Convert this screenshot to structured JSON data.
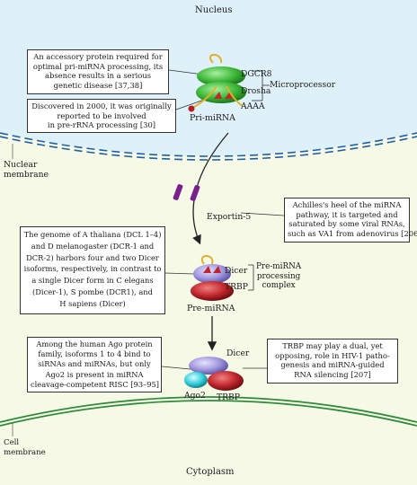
{
  "compartments": {
    "nucleus": "Nucleus",
    "cytoplasm": "Cytoplasm",
    "nuclear_membrane": [
      "Nuclear",
      "membrane"
    ],
    "cell_membrane": [
      "Cell",
      "membrane"
    ]
  },
  "molecules": {
    "dgcr8": "DGCR8",
    "drosha": "Drosha",
    "polya": "AAAA",
    "pri_mirna": "Pri-miRNA",
    "exportin": "Exportin-5",
    "dicer": "Dicer",
    "trbp": "TRBP",
    "pre_mirna": "Pre-miRNA",
    "ago2": "Ago2"
  },
  "complexes": {
    "microprocessor": "Microprocessor",
    "pre_mirna_complex": [
      "Pre-miRNA",
      "processing",
      "complex"
    ]
  },
  "callouts": {
    "dgcr8_note": [
      "An accessory protein required for",
      "optimal pri-miRNA processing, its",
      "absence results in a serious",
      "genetic disease [37,38]"
    ],
    "drosha_note": [
      "Discovered in 2000, it was originally",
      "reported to be involved",
      "in pre-rRNA processing [30]"
    ],
    "exportin_note": [
      "Achilles's heel of the miRNA",
      "pathway, it is targeted and",
      "saturated by some viral RNAs,",
      "such as VA1 from adenovirus [206]"
    ],
    "dicer_note": [
      "The genome of A thaliana (DCL 1–4)",
      "and D melanogaster (DCR-1 and",
      "DCR-2) harbors four and two Dicer",
      "isoforms, respectively, in contrast to",
      "a single Dicer form in C elegans",
      "(Dicer-1), S pombe (DCR1), and",
      "H sapiens (Dicer)"
    ],
    "ago_note": [
      "Among the human Ago protein",
      "family, isoforms 1 to 4 bind to",
      "siRNAs and miRNAs, but only",
      "Ago2 is present in miRNA",
      "cleavage-competent RISC [93–95]"
    ],
    "trbp_note": [
      "TRBP may play a dual, yet",
      "opposing, role in HIV-1 patho-",
      "genesis and miRNA-guided",
      "RNA silencing [207]"
    ]
  },
  "colors": {
    "nucleus_fill": "#dff1f8",
    "cytoplasm_fill": "#f6f9e6",
    "membrane_blue": "#1f5fa8",
    "membrane_green": "#2e8b3a",
    "pore": "#7a1f8c",
    "green_protein": "#3fb83a",
    "lilac_protein": "#9f97dc",
    "red_protein": "#c0262c",
    "cyan_protein": "#35d0dd",
    "rna": "#e0b12a"
  }
}
